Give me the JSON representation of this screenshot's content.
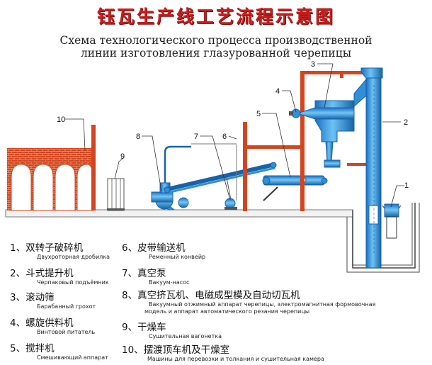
{
  "title_cn": "钰瓦生产线工艺流程示意图",
  "title_ru": [
    "Схема технологического процесса производственной",
    "линии изготовления глазурованной черепицы"
  ],
  "callouts": [
    "1",
    "2",
    "3",
    "4",
    "5",
    "6",
    "7",
    "8",
    "9",
    "10"
  ],
  "legend": [
    {
      "num": "1、",
      "cn": "双转子破碎机",
      "ru": [
        "Двухроторная дробилка"
      ]
    },
    {
      "num": "2、",
      "cn": "斗式提升机",
      "ru": [
        "Черпаковый подъёмник"
      ]
    },
    {
      "num": "3、",
      "cn": "滚动筛",
      "ru": [
        "Барабанный грохот"
      ]
    },
    {
      "num": "4、",
      "cn": "螺旋供料机",
      "ru": [
        "Винтовой питатель"
      ]
    },
    {
      "num": "5、",
      "cn": "搅拌机",
      "ru": [
        "Смешивающий аппарат"
      ]
    },
    {
      "num": "6、",
      "cn": "皮带输送机",
      "ru": [
        "Ременный конвейр"
      ]
    },
    {
      "num": "7、",
      "cn": "真空泵",
      "ru": [
        "Вакуум-насос"
      ]
    },
    {
      "num": "8、",
      "cn": "真空挤瓦机、电磁成型模及自动切瓦机",
      "ru": [
        "Вакуумный отжимный аппарат черепицы, электромагнитная формовочная",
        "модель и аппарат автоматического резания черепицы"
      ]
    },
    {
      "num": "9、",
      "cn": "干燥车",
      "ru": [
        "Сушительная вагонетка"
      ]
    },
    {
      "num": "10、",
      "cn": "摆渡顶车机及干燥室",
      "ru": [
        "Машины для перевозки и толкания и сушительная камера"
      ]
    }
  ],
  "colors": {
    "structure": "#d2451e",
    "equipment": "#2f8fd8",
    "equipment_dark": "#1763a8",
    "title": "#c41e1e"
  }
}
